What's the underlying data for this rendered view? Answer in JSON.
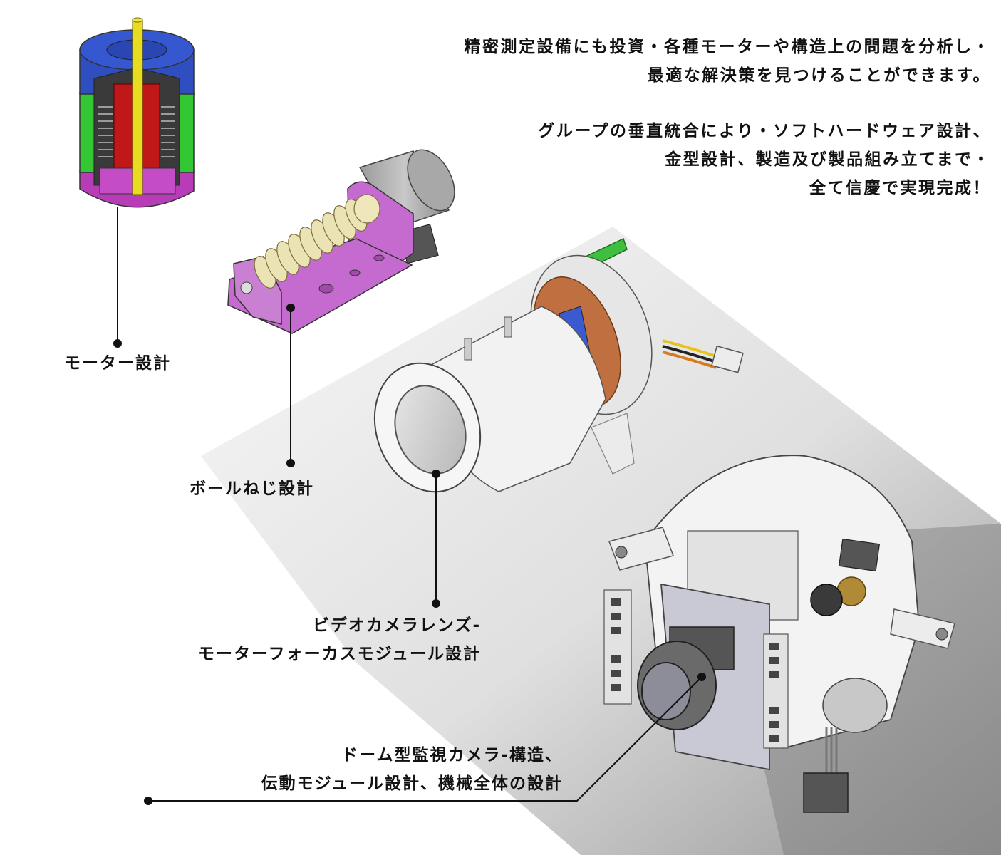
{
  "intro": {
    "line1": "精密測定設備にも投資・各種モーターや構造上の問題を分析し・",
    "line2": "最適な解決策を見つけることができます。"
  },
  "group": {
    "line1": "グループの垂直統合により・ソフトハードウェア設計、",
    "line2": "金型設計、製造及び製品組み立てまで・",
    "line3": "全て信慶で実現完成！"
  },
  "labels": {
    "motor": "モーター設計",
    "ballscrew": "ボールねじ設計",
    "camera_lens_line1": "ビデオカメラレンズ-",
    "camera_lens_line2": "モーターフォーカスモジュール設計",
    "dome_line1": "ドーム型監視カメラ-構造、",
    "dome_line2": "伝動モジュール設計、機械全体の設計"
  },
  "colors": {
    "motor_top": "#2f4ec0",
    "motor_mid": "#33c733",
    "motor_bottom": "#b83cb8",
    "motor_core": "#c01818",
    "shaft": "#e8dc20",
    "bracket": "#c56bd0",
    "gear_beige": "#ece3b5",
    "pcb_green": "#3fbf3f",
    "lens_orange": "#c07040"
  }
}
